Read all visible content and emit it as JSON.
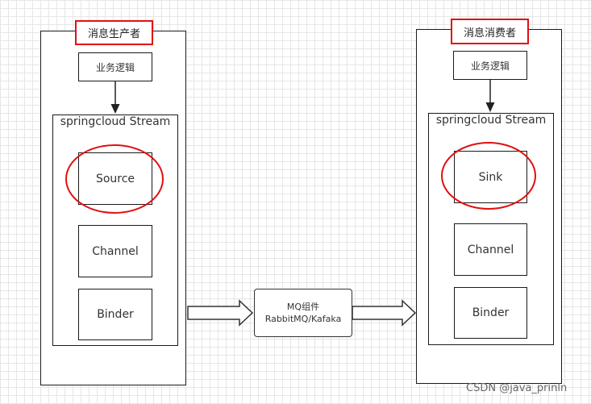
{
  "producer": {
    "title": "消息生产者",
    "business_logic": "业务逻辑",
    "stream_label": "springcloud Stream",
    "source": "Source",
    "channel": "Channel",
    "binder": "Binder"
  },
  "consumer": {
    "title": "消息消费者",
    "business_logic": "业务逻辑",
    "stream_label": "springcloud Stream",
    "sink": "Sink",
    "channel": "Channel",
    "binder": "Binder"
  },
  "mq": {
    "line1": "MQ组件",
    "line2": "RabbitMQ/Kafaka"
  },
  "watermark": "CSDN @java_prinln",
  "colors": {
    "highlight": "#e01010",
    "border": "#1a1a1a",
    "grid": "#e6e6e6"
  }
}
